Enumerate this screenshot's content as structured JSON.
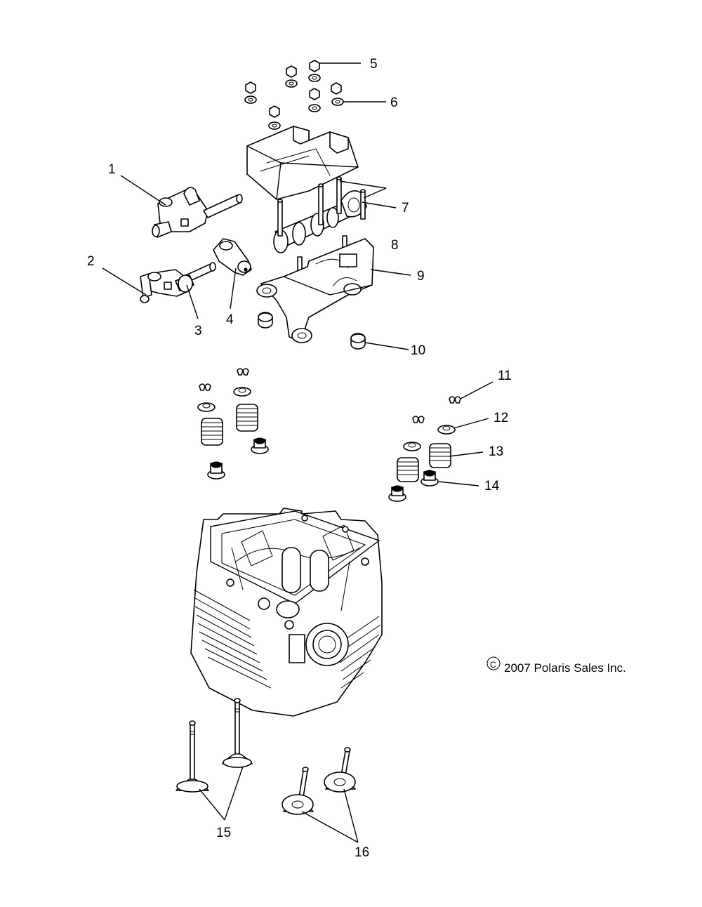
{
  "title": "",
  "callouts": [
    {
      "id": "1",
      "text": "1"
    },
    {
      "id": "2",
      "text": "2"
    },
    {
      "id": "3",
      "text": "3"
    },
    {
      "id": "4",
      "text": "4"
    },
    {
      "id": "5",
      "text": "5"
    },
    {
      "id": "6",
      "text": "6"
    },
    {
      "id": "7",
      "text": "7"
    },
    {
      "id": "8",
      "text": "8"
    },
    {
      "id": "9",
      "text": "9"
    },
    {
      "id": "10",
      "text": "10"
    },
    {
      "id": "11",
      "text": "11"
    },
    {
      "id": "12",
      "text": "12"
    },
    {
      "id": "13",
      "text": "13"
    },
    {
      "id": "14",
      "text": "14"
    },
    {
      "id": "15",
      "text": "15"
    },
    {
      "id": "16",
      "text": "16"
    }
  ],
  "copyright": {
    "symbol": "C",
    "text": "2007 Polaris Sales Inc."
  }
}
